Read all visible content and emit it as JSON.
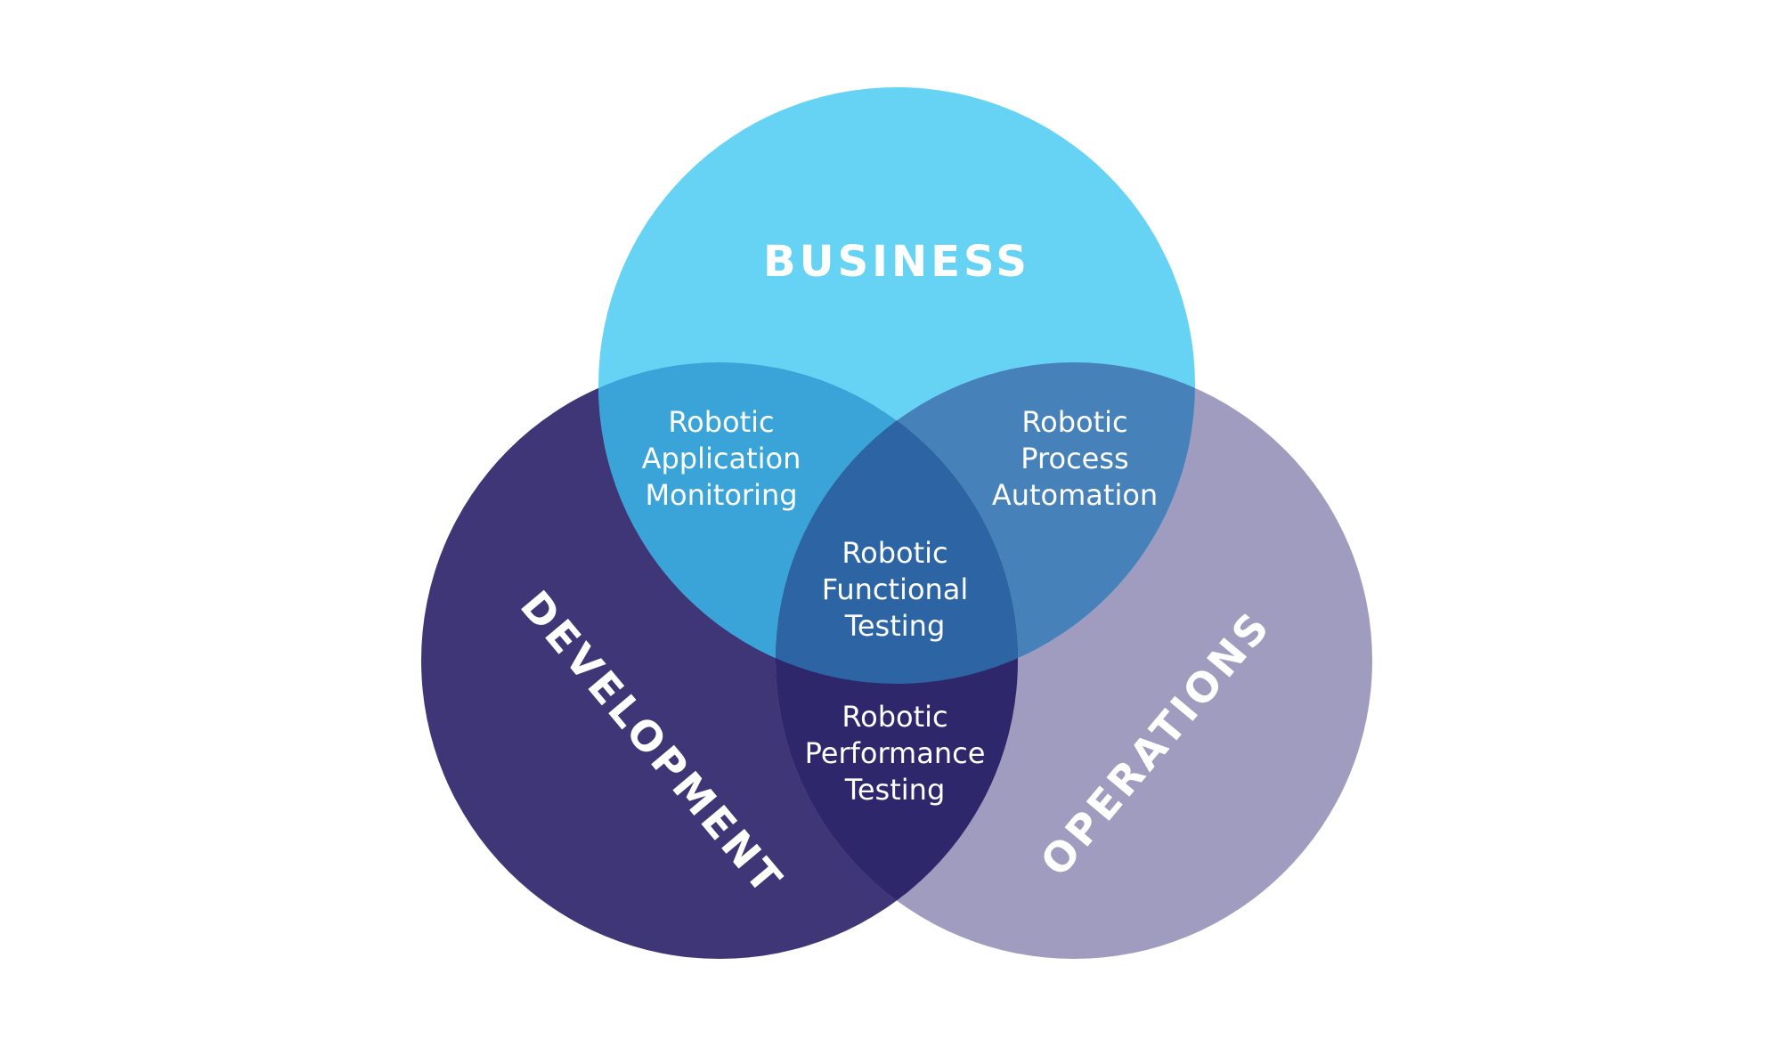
{
  "circles": {
    "business": {
      "label": "BUSINESS",
      "color": "#67d3f4"
    },
    "development": {
      "label": "DEVELOPMENT",
      "color": "#3f3677"
    },
    "operations": {
      "label": "OPERATIONS",
      "color": "#a09cbf"
    }
  },
  "overlaps": {
    "business_development": {
      "color": "#3aa4d8",
      "lines": [
        "Robotic",
        "Application",
        "Monitoring"
      ]
    },
    "business_operations": {
      "color": "#4682b9",
      "lines": [
        "Robotic",
        "Process",
        "Automation"
      ]
    },
    "development_operations": {
      "color": "#2f276b",
      "lines": [
        "Robotic",
        "Performance",
        "Testing"
      ]
    },
    "center": {
      "color": "#2c64a4",
      "lines": [
        "Robotic",
        "Functional",
        "Testing"
      ]
    }
  }
}
